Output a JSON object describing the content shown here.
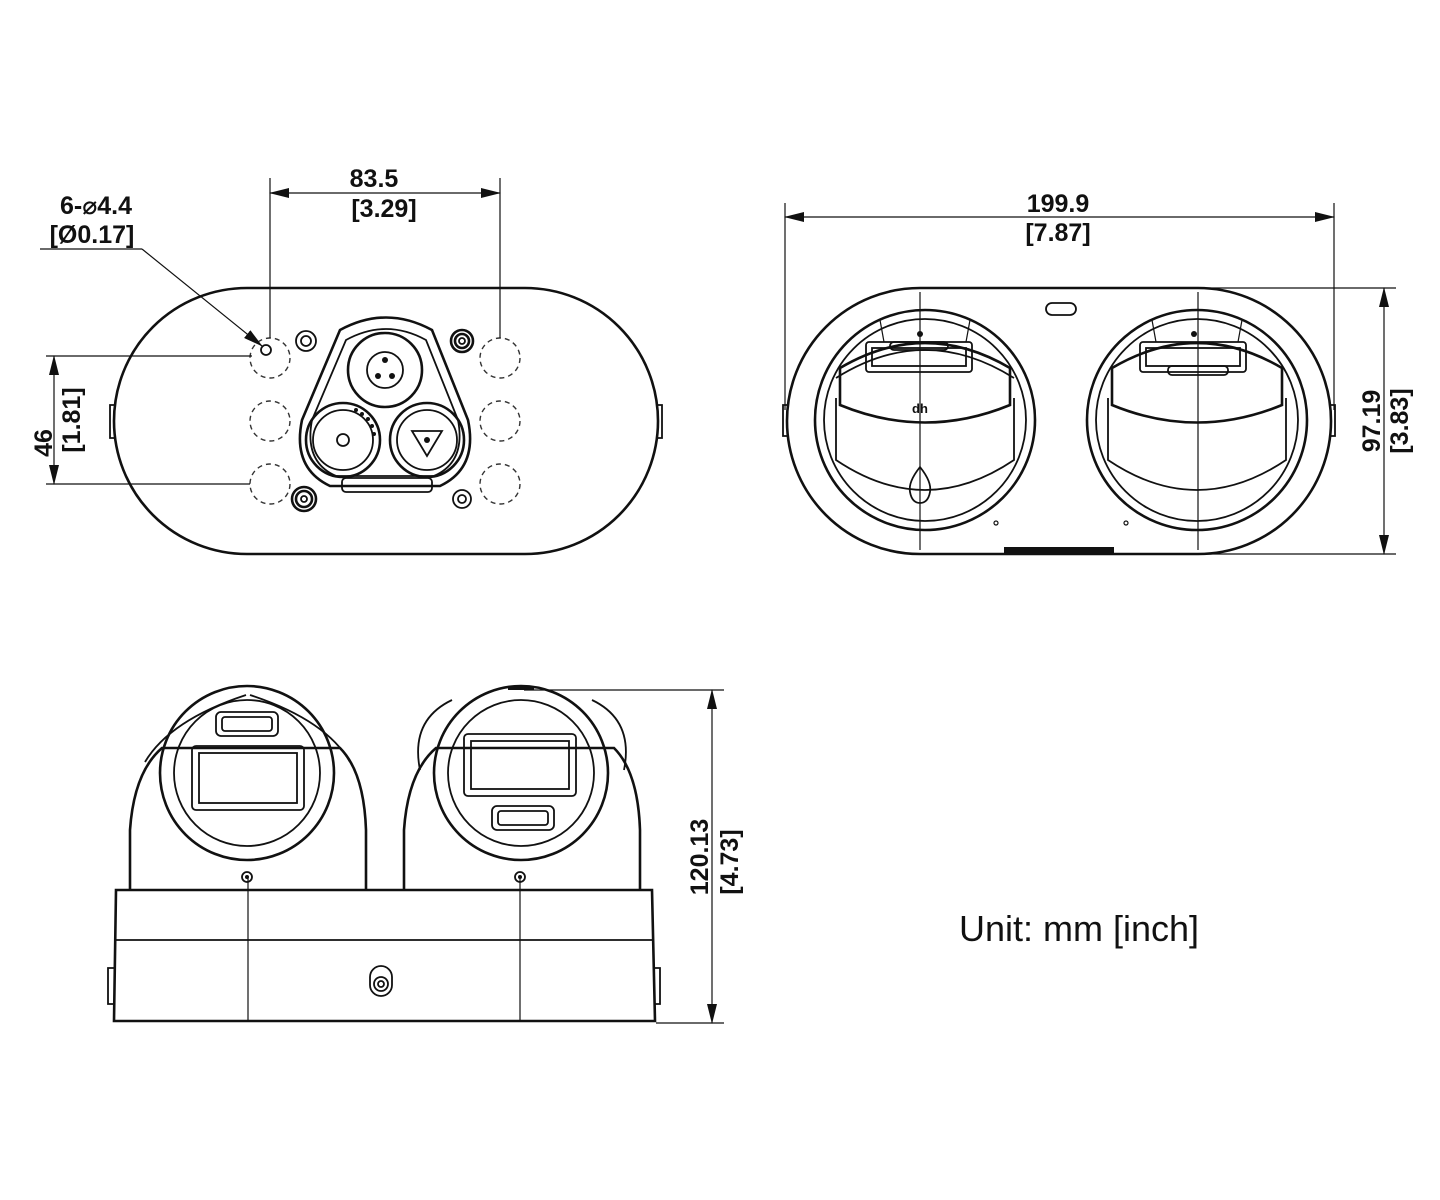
{
  "front_view": {
    "hole_spec": "6-⌀4.4",
    "hole_spec_inch": "[Ø0.17]",
    "width": "83.5",
    "width_inch": "[3.29]",
    "height": "46",
    "height_inch": "[1.81]"
  },
  "top_view": {
    "width": "199.9",
    "width_inch": "[7.87]",
    "height": "97.19",
    "height_inch": "[3.83]"
  },
  "side_view": {
    "height": "120.13",
    "height_inch": "[4.73]"
  },
  "unit_note": "Unit: mm [inch]"
}
